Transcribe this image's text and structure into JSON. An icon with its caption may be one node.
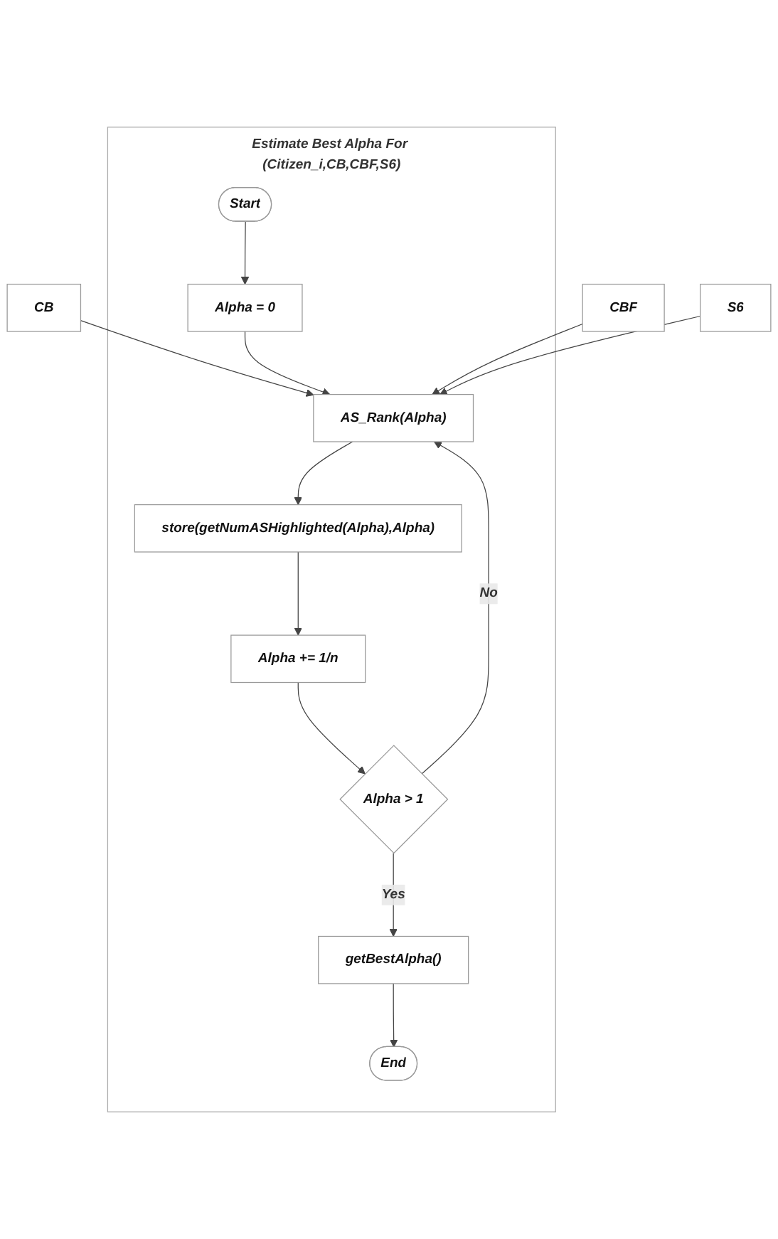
{
  "diagram": {
    "nodes": [
      {
        "text": [
          "CB"
        ]
      },
      {
        "text": [
          "Estimate Best Alpha For (Citizen_i,CB,CBF,S6)"
        ]
      },
      {
        "text": [
          "CBF"
        ]
      },
      {
        "text": [
          "S6"
        ]
      },
      {
        "text": [
          "Start"
        ],
        "in": 1
      },
      {
        "text": [
          "Alpha = 0"
        ],
        "in": 1
      },
      {
        "text": [
          "AS_Rank(Alpha)"
        ],
        "in": 1
      },
      {
        "text": [
          "store(getNumASHighlighted(Alpha),Alpha)"
        ],
        "in": 1
      },
      {
        "text": [
          "Alpha += 1/n"
        ],
        "in": 1
      },
      {
        "text": [
          "Alpha > 1"
        ],
        "in": 1
      },
      {
        "text": [
          "getBestAlpha()"
        ],
        "in": 1
      },
      {
        "text": [
          "End"
        ],
        "in": 1
      }
    ],
    "edges": [
      {
        "from": 0,
        "to": 6,
        "arrow": "to"
      },
      {
        "from": 4,
        "to": 5,
        "arrow": "to"
      },
      {
        "from": 5,
        "to": 6,
        "arrow": "to"
      },
      {
        "from": 2,
        "to": 6,
        "arrow": "to"
      },
      {
        "from": 3,
        "to": 6,
        "arrow": "to"
      },
      {
        "from": 6,
        "to": 7,
        "arrow": "to"
      },
      {
        "from": 7,
        "to": 8,
        "arrow": "to"
      },
      {
        "from": 8,
        "to": 9,
        "arrow": "to"
      },
      {
        "from": 9,
        "to": 6,
        "label": "No",
        "arrow": "to"
      },
      {
        "from": 9,
        "to": 10,
        "label": "Yes",
        "arrow": "to"
      },
      {
        "from": 10,
        "to": 11,
        "arrow": "to"
      }
    ]
  }
}
